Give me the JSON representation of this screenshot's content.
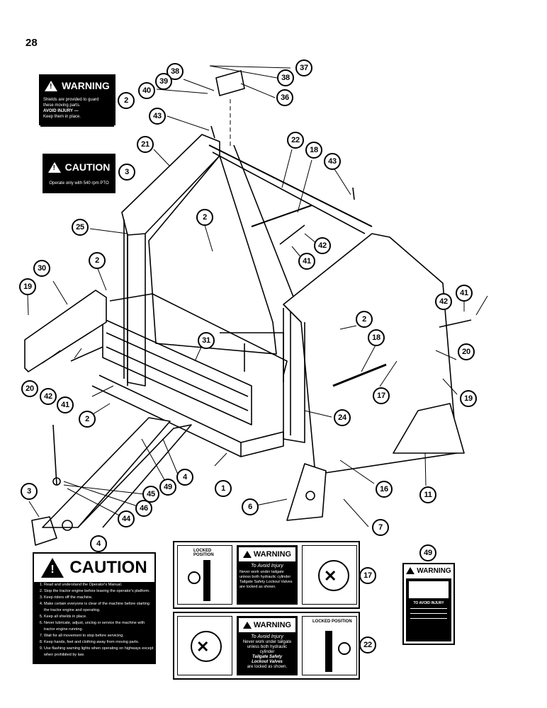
{
  "page_number": "28",
  "callouts": [
    {
      "n": "37"
    },
    {
      "n": "38"
    },
    {
      "n": "38"
    },
    {
      "n": "39"
    },
    {
      "n": "40"
    },
    {
      "n": "36"
    },
    {
      "n": "2"
    },
    {
      "n": "43"
    },
    {
      "n": "21"
    },
    {
      "n": "3"
    },
    {
      "n": "22"
    },
    {
      "n": "18"
    },
    {
      "n": "43"
    },
    {
      "n": "25"
    },
    {
      "n": "2"
    },
    {
      "n": "42"
    },
    {
      "n": "41"
    },
    {
      "n": "2"
    },
    {
      "n": "30"
    },
    {
      "n": "19"
    },
    {
      "n": "41"
    },
    {
      "n": "42"
    },
    {
      "n": "2"
    },
    {
      "n": "18"
    },
    {
      "n": "20"
    },
    {
      "n": "31"
    },
    {
      "n": "17"
    },
    {
      "n": "20"
    },
    {
      "n": "42"
    },
    {
      "n": "41"
    },
    {
      "n": "19"
    },
    {
      "n": "2"
    },
    {
      "n": "24"
    },
    {
      "n": "4"
    },
    {
      "n": "49"
    },
    {
      "n": "11"
    },
    {
      "n": "45"
    },
    {
      "n": "46"
    },
    {
      "n": "1"
    },
    {
      "n": "16"
    },
    {
      "n": "3"
    },
    {
      "n": "44"
    },
    {
      "n": "6"
    },
    {
      "n": "7"
    },
    {
      "n": "4"
    },
    {
      "n": "17"
    },
    {
      "n": "49"
    },
    {
      "n": "22"
    }
  ],
  "decal_2": {
    "heading": "WARNING",
    "line1": "Shields are provided to guard",
    "line2": "these moving parts.",
    "line3": "AVOID INJURY —",
    "line4": "Keep them in place."
  },
  "decal_3": {
    "heading": "CAUTION",
    "text": "Operate only with 540 rpm PTO"
  },
  "decal_4": {
    "heading": "CAUTION",
    "items": [
      "Read and understand the Operator's Manual.",
      "Stop the tractor engine before leaving the operator's platform.",
      "Keep riders off the machine.",
      "Make certain everyone is clear of the machine before starting the tractor engine and operating.",
      "Keep all shields in place.",
      "Never lubricate, adjust, unclog or service the machine with tractor engine running.",
      "Wait for all movement to stop before servicing.",
      "Keep hands, feet and clothing away from moving parts.",
      "Use flashing warning lights when operating on highways except when prohibited by law."
    ]
  },
  "decal_17": {
    "heading": "WARNING",
    "sub": "To Avoid Injury",
    "tag": "LOCKED POSITION",
    "body": "Never work under tailgate unless both hydraulic cylinder Tailgate Safety Lockout Valves are locked as shown."
  },
  "decal_22": {
    "heading": "WARNING",
    "sub": "To Avoid Injury",
    "tag": "LOCKED POSITION",
    "body_a": "Never work under tailgate",
    "body_b": "unless both hydraulic",
    "body_c": "cylinder",
    "body_d": "Tailgate Safety",
    "body_e": "Lockout Valves",
    "body_f": "are locked as shown."
  },
  "decal_49": {
    "heading": "WARNING",
    "sub": "TO AVOID INJURY"
  }
}
